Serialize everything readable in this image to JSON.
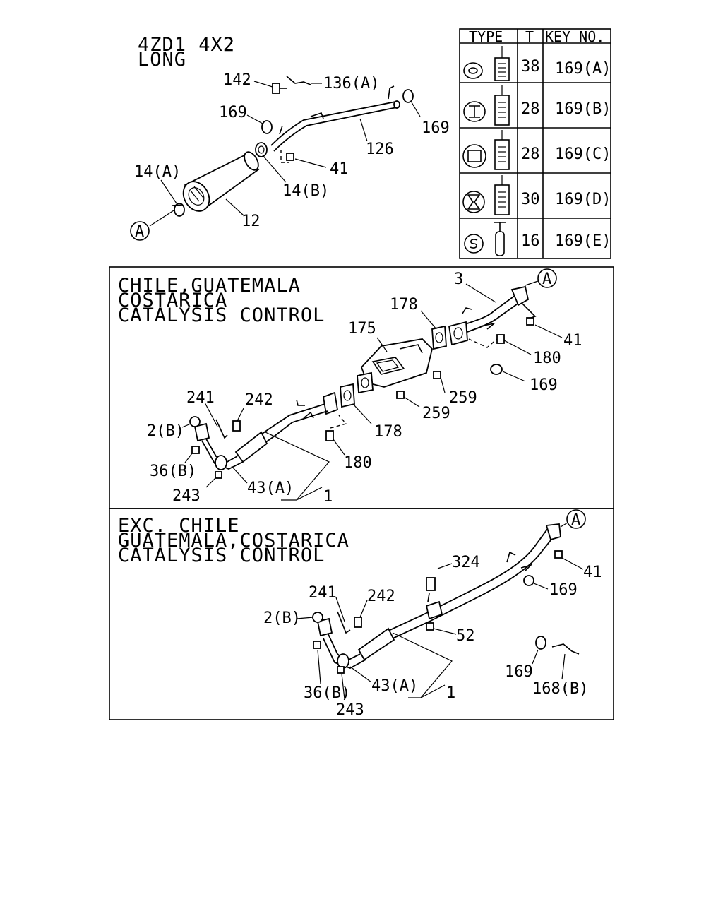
{
  "top": {
    "engine": "4ZD1 4X2",
    "variant": "LONG",
    "labels": {
      "p142": "142",
      "p136a": "136(A)",
      "p169a": "169",
      "p169b": "169",
      "p126": "126",
      "p41": "41",
      "p14a": "14(A)",
      "p14b": "14(B)",
      "p12": "12",
      "refA": "A"
    }
  },
  "table": {
    "headers": [
      "TYPE",
      "T",
      "KEY NO."
    ],
    "rows": [
      {
        "t": "38",
        "key": "169(A)"
      },
      {
        "t": "28",
        "key": "169(B)"
      },
      {
        "t": "28",
        "key": "169(C)"
      },
      {
        "t": "30",
        "key": "169(D)"
      },
      {
        "t": "16",
        "key": "169(E)"
      }
    ]
  },
  "section1": {
    "title_lines": [
      "CHILE,GUATEMALA",
      "COSTARICA",
      "CATALYSIS CONTROL"
    ],
    "labels": {
      "p3": "3",
      "refA": "A",
      "p178a": "178",
      "p175": "175",
      "p41": "41",
      "p180a": "180",
      "p169": "169",
      "p259a": "259",
      "p259b": "259",
      "p241": "241",
      "p242": "242",
      "p2b": "2(B)",
      "p178b": "178",
      "p36b": "36(B)",
      "p180b": "180",
      "p43a": "43(A)",
      "p243": "243",
      "p1": "1"
    }
  },
  "section2": {
    "title_lines": [
      "EXC. CHILE",
      "GUATEMALA,COSTARICA",
      "CATALYSIS CONTROL"
    ],
    "labels": {
      "refA": "A",
      "p324": "324",
      "p41": "41",
      "p169a": "169",
      "p241": "241",
      "p242": "242",
      "p2b": "2(B)",
      "p52": "52",
      "p36b": "36(B)",
      "p43a": "43(A)",
      "p1": "1",
      "p243": "243",
      "p169b": "169",
      "p168b": "168(B)"
    }
  }
}
